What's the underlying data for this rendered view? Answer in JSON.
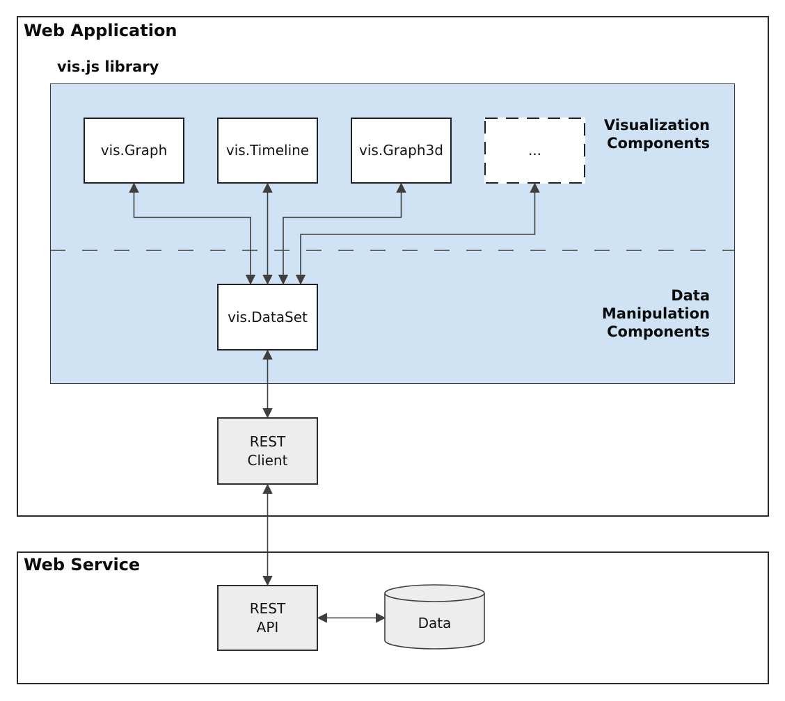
{
  "colors": {
    "library-fill": "#cfe3f4",
    "box-fill": "#ffffff",
    "gray-fill": "#ededed",
    "line": "#3f3f3f"
  },
  "web_application": {
    "title": "Web Application",
    "library": {
      "title": "vis.js library",
      "section_labels": {
        "visualization": {
          "line1": "Visualization",
          "line2": "Components"
        },
        "data_manipulation": {
          "line1": "Data",
          "line2": "Manipulation",
          "line3": "Components"
        }
      },
      "visualization_components": [
        {
          "label": "vis.Graph"
        },
        {
          "label": "vis.Timeline"
        },
        {
          "label": "vis.Graph3d"
        },
        {
          "label": "..."
        }
      ],
      "dataset": {
        "label": "vis.DataSet"
      }
    },
    "rest_client": {
      "line1": "REST",
      "line2": "Client"
    }
  },
  "web_service": {
    "title": "Web Service",
    "rest_api": {
      "line1": "REST",
      "line2": "API"
    },
    "data_store": {
      "label": "Data"
    }
  }
}
